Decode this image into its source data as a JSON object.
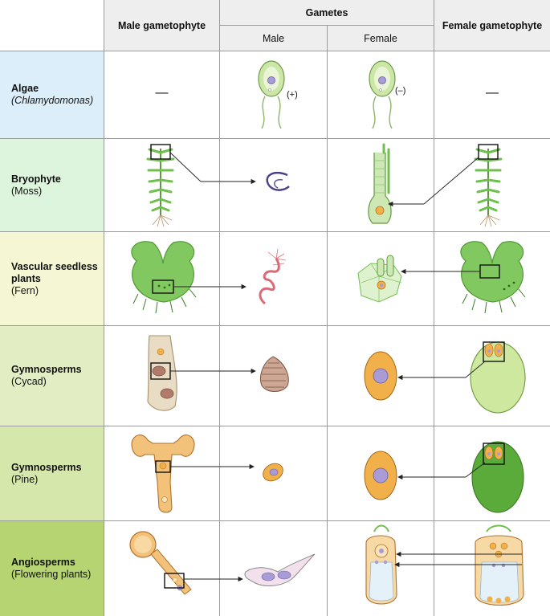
{
  "header": {
    "male_gametophyte": "Male gametophyte",
    "gametes": "Gametes",
    "male": "Male",
    "female": "Female",
    "female_gametophyte": "Female gametophyte"
  },
  "rows": [
    {
      "title": "Algae",
      "subtitle": "(Chlamydomonas)",
      "male_gametophyte": "—",
      "female_gametophyte": "—",
      "male_mark": "(+)",
      "female_mark": "(–)"
    },
    {
      "title": "Bryophyte",
      "subtitle": "(Moss)"
    },
    {
      "title": "Vascular seedless plants",
      "subtitle": "(Fern)"
    },
    {
      "title": "Gymnosperms",
      "subtitle": "(Cycad)"
    },
    {
      "title": "Gymnosperms",
      "subtitle": "(Pine)"
    },
    {
      "title": "Angiosperms",
      "subtitle": "(Flowering plants)"
    }
  ],
  "colors": {
    "algae": "#dbeefa",
    "bryophyte": "#dcf5dc",
    "fern": "#f4f6d4",
    "cycad": "#e2edc4",
    "pine": "#d6e7ac",
    "angiosperm": "#b6d472",
    "header_bg": "#eeeeee",
    "plant_green": "#6fbf4e",
    "egg_orange": "#f2b04a",
    "nucleus_purple": "#a99bd6"
  }
}
